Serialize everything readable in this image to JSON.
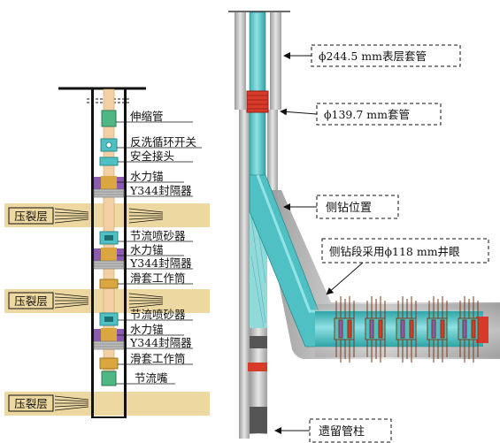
{
  "left_panel": {
    "formation_label": "压裂层",
    "tools": [
      "伸缩管",
      "反洗循环开关",
      "安全接头",
      "水力锚",
      "Y344封隔器",
      "节流喷砂器",
      "水力锚",
      "Y344封隔器",
      "滑套工作筒",
      "节流喷砂器",
      "水力锚",
      "Y344封隔器",
      "滑套工作筒",
      "节流嘴"
    ]
  },
  "right_panel": {
    "callouts": {
      "surface_casing": "ϕ244.5 mm表层套管",
      "casing": "ϕ139.7 mm套管",
      "sidetrack_point": "侧钻位置",
      "sidetrack_hole": "侧钻段采用ϕ118 mm井眼",
      "residual_string": "遗留管柱"
    }
  },
  "colors": {
    "formation": "#ecd8a0",
    "tubing": "#f3cfa4",
    "teal": "#4fc1c4",
    "green": "#4db884",
    "packer_purple": "#8a5bb0",
    "gold": "#d9a640",
    "red": "#d83a2a",
    "casing_gray": "#bdbdbd"
  }
}
